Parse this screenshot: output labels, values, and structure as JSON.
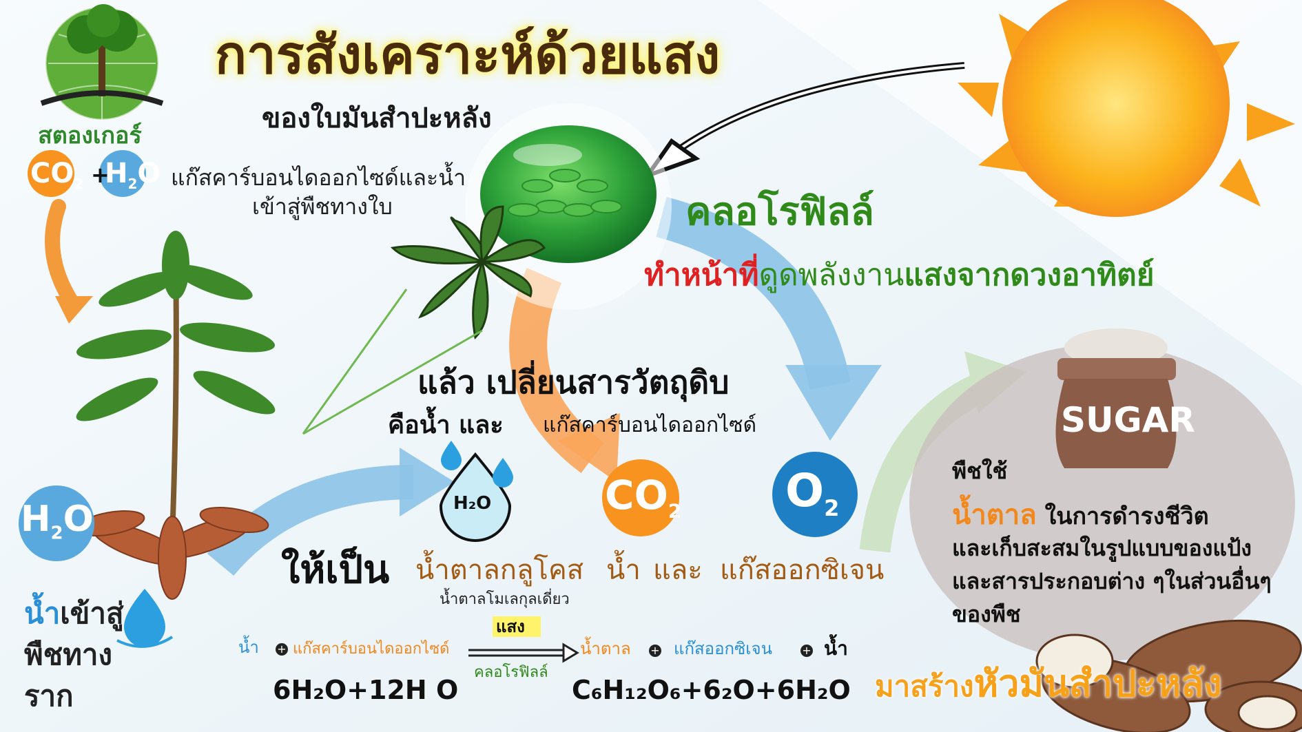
{
  "logo": {
    "label": "สตองเกอร์"
  },
  "title": "การสังเคราะห์ด้วยแสง",
  "subtitle": "ของใบมันสำปะหลัง",
  "intro": {
    "line1": "แก๊สคาร์บอนไดออกไซด์และน้ำ",
    "line2": "เข้าสู่พืชทางใบ"
  },
  "formulas": {
    "co2_left": "CO",
    "co2_sub": "2",
    "h2o_left": "H",
    "h2o_sub": "2",
    "h2o_o": "O",
    "o2": "O",
    "o2_sub": "2",
    "h2o_drop": "H₂O"
  },
  "chlorophyll": {
    "label": "คลอโรฟิลล์",
    "desc_red": "ทำหน้าที่",
    "desc_mid": "ดูดพลังงาน",
    "desc_green": "แสงจากดวงอาทิตย์"
  },
  "transform": {
    "line1": "แล้ว เปลี่ยนสารวัตถุดิบ",
    "line2a": "คือน้ำ และ",
    "line2b": "แก๊สคาร์บอนไดออกไซด์"
  },
  "products": {
    "prefix": "ให้เป็น",
    "glucose": "น้ำตาลกลูโคส",
    "water": "น้ำ",
    "and": "และ",
    "oxygen": "แก๊สออกซิเจน",
    "glucose_note": "น้ำตาลโมเลกุลเดี่ยว"
  },
  "root_water": {
    "line1a": "น้ำ",
    "line1b": "เข้าสู่",
    "line2": "พืชทาง",
    "line3": "ราก"
  },
  "equation": {
    "reactant1": "น้ำ",
    "reactant2": "แก๊สคาร์บอนไดออกไซด์",
    "light": "แสง",
    "catalyst": "คลอโรฟิลล์",
    "product1": "น้ำตาล",
    "product2": "แก๊สออกซิเจน",
    "product3": "น้ำ",
    "left_formula": "6H₂O+12H O",
    "right_formula": "C₆H₁₂O₆+6₂O+6H₂O"
  },
  "sugar_bag": {
    "label": "SUGAR"
  },
  "plant_use": {
    "line1": "พืชใช้",
    "sugar": "น้ำตาล",
    "line2": "ในการดำรงชีวิต",
    "line3": "และเก็บสะสมในรูปแบบของแป้ง",
    "line4": "และสารประกอบต่าง ๆในส่วนอื่นๆ",
    "line5": "ของพืช"
  },
  "root_build": {
    "prefix": "มาสร้าง",
    "highlight": "หัวมันสำปะหลัง"
  },
  "colors": {
    "title_glow": "#fff36b",
    "green": "#2f8a19",
    "red": "#e02121",
    "orange": "#f2871c",
    "blue": "#2a8fd6",
    "brown": "#a35a12",
    "sun": "#fcb31c"
  }
}
